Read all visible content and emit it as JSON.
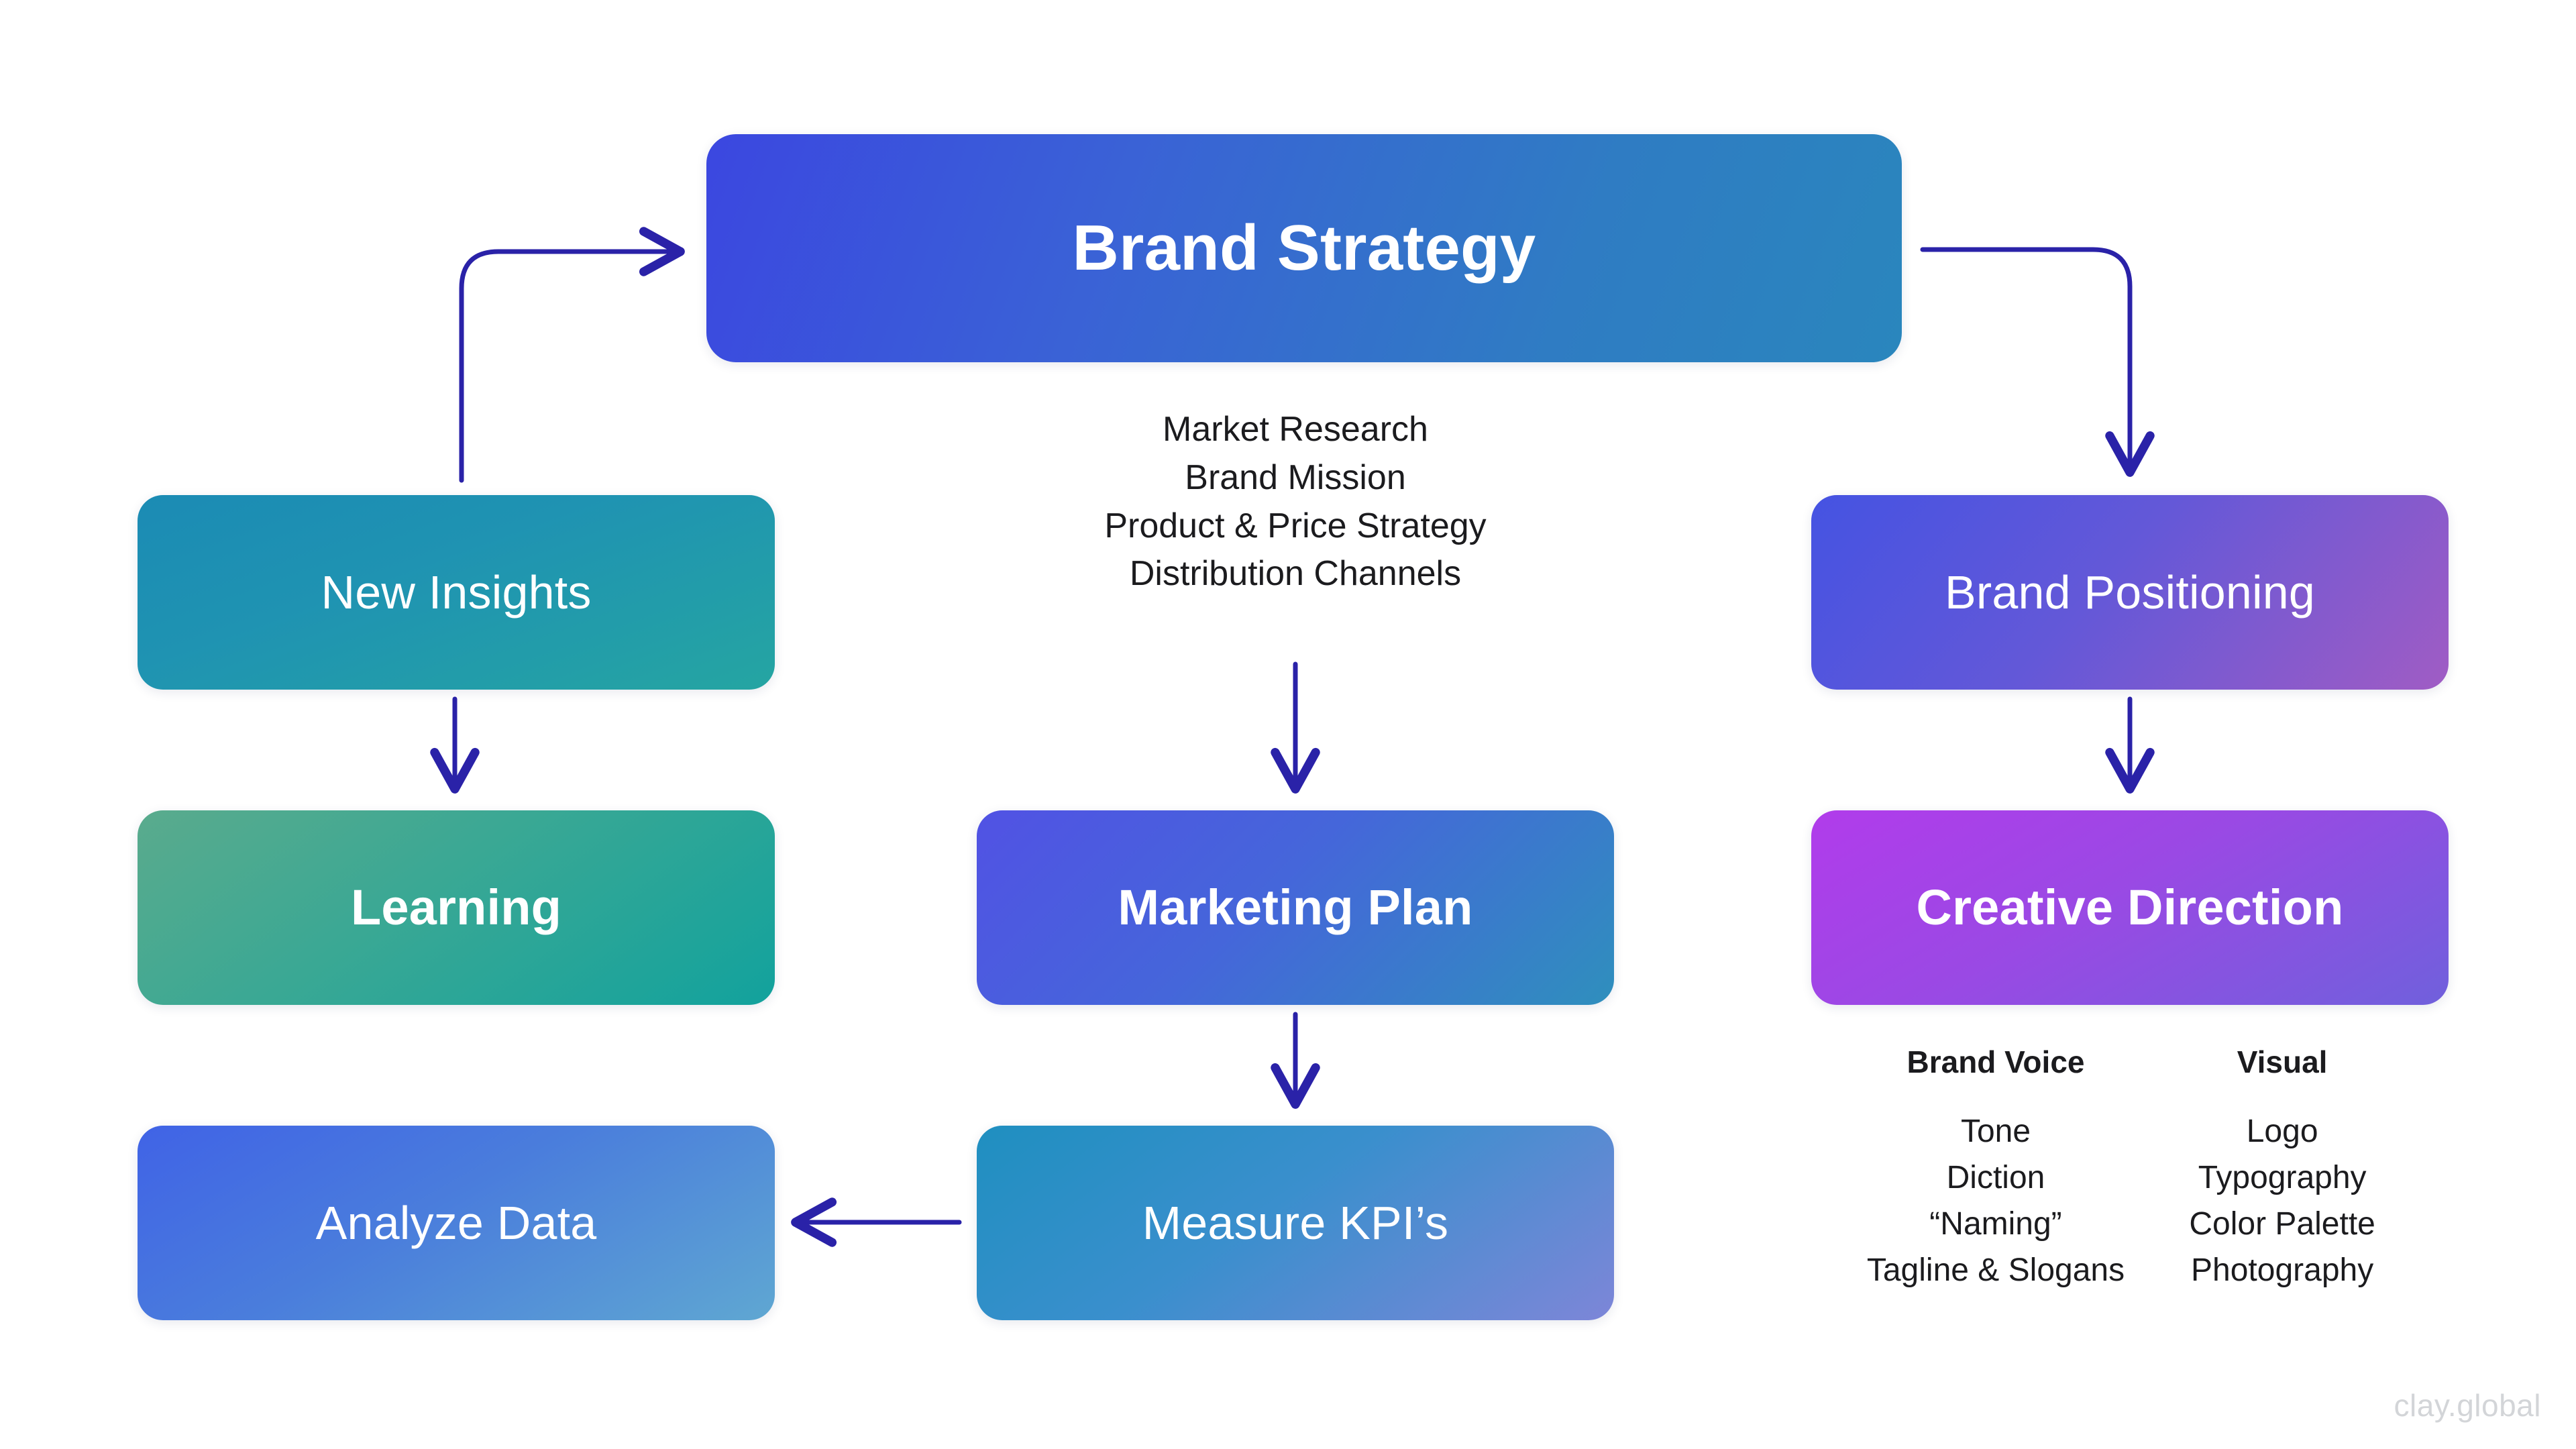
{
  "diagram": {
    "title": "Brand Strategy",
    "watermark": "clay.global",
    "accent_arrow_color": "#2a22a8",
    "background_color": "#ffffff"
  },
  "nodes": {
    "brand_strategy": {
      "label": "Brand Strategy",
      "color_from": "#3b47e0",
      "color_to": "#2a86bd"
    },
    "new_insights": {
      "label": "New Insights",
      "color_from": "#1b8bb4",
      "color_to": "#25a5a2"
    },
    "learning": {
      "label": "Learning",
      "color_from": "#5aab8d",
      "color_to": "#12a29d"
    },
    "analyze_data": {
      "label": "Analyze Data",
      "color_from": "#4063e6",
      "color_to": "#5fa7d2"
    },
    "marketing_plan": {
      "label": "Marketing Plan",
      "color_from": "#5152e4",
      "color_to": "#2f8fbd"
    },
    "measure_kpis": {
      "label": "Measure KPI’s",
      "color_from": "#1f8fc0",
      "color_to": "#7d86d8"
    },
    "brand_positioning": {
      "label": "Brand Positioning",
      "color_from": "#4553e2",
      "color_to": "#a05cc4"
    },
    "creative_direction": {
      "label": "Creative Direction",
      "color_from": "#b13ceb",
      "color_to": "#7060dc"
    }
  },
  "center_list": {
    "items": [
      "Market Research",
      "Brand Mission",
      "Product & Price Strategy",
      "Distribution Channels"
    ]
  },
  "sub_columns": [
    {
      "heading": "Brand Voice",
      "items": [
        "Tone",
        "Diction",
        "“Naming”",
        "Tagline & Slogans"
      ]
    },
    {
      "heading": "Visual",
      "items": [
        "Logo",
        "Typography",
        "Color Palette",
        "Photography"
      ]
    }
  ],
  "chart_data": {
    "type": "diagram",
    "title": "Brand Strategy",
    "nodes": [
      "Brand Strategy",
      "New Insights",
      "Learning",
      "Analyze Data",
      "Marketing Plan",
      "Measure KPI’s",
      "Brand Positioning",
      "Creative Direction"
    ],
    "edges": [
      {
        "from": "New Insights",
        "to": "Brand Strategy",
        "style": "elbow-up-right"
      },
      {
        "from": "Brand Strategy",
        "to": "Brand Positioning",
        "style": "elbow-right-down"
      },
      {
        "from": "Brand Strategy",
        "to": "Marketing Plan",
        "style": "straight-down"
      },
      {
        "from": "New Insights",
        "to": "Learning",
        "style": "straight-down"
      },
      {
        "from": "Marketing Plan",
        "to": "Measure KPI’s",
        "style": "straight-down"
      },
      {
        "from": "Measure KPI’s",
        "to": "Analyze Data",
        "style": "straight-left"
      },
      {
        "from": "Brand Positioning",
        "to": "Creative Direction",
        "style": "straight-down"
      }
    ]
  }
}
